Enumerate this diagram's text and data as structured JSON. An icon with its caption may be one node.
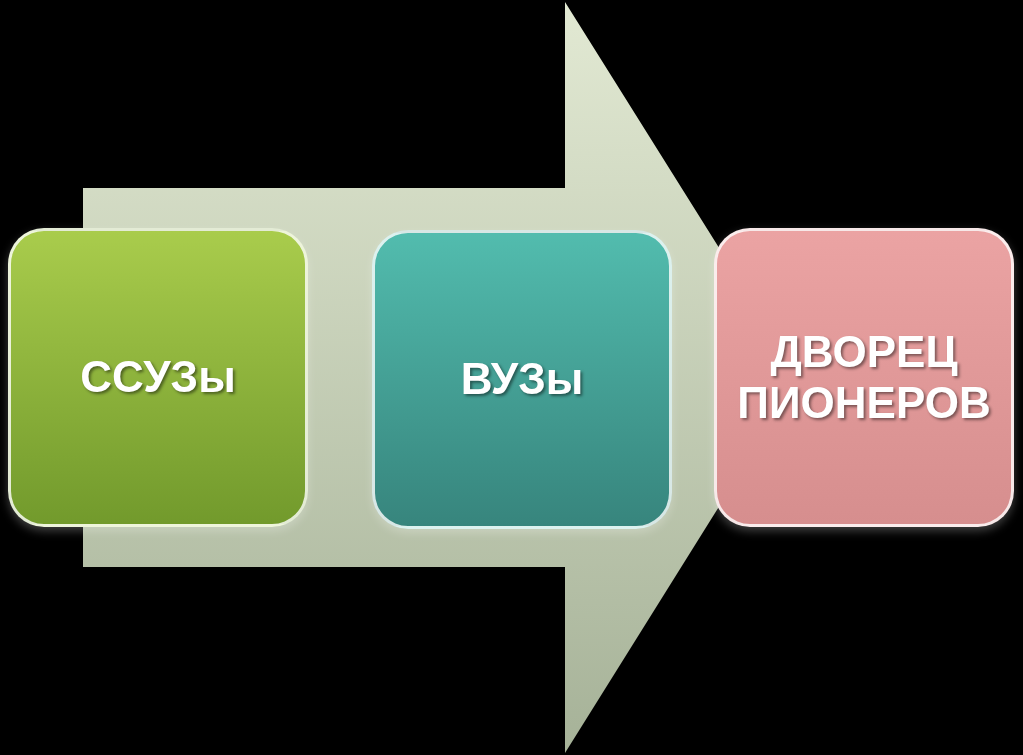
{
  "diagram": {
    "nodes": [
      {
        "text": [
          "ССУЗы"
        ]
      },
      {
        "text": [
          "ВУЗы"
        ]
      },
      {
        "text": [
          "ДВОРЕЦ ПИОНЕРОВ"
        ]
      }
    ],
    "edges": [
      {
        "from": 0,
        "to": 2,
        "arrow": "to"
      }
    ]
  }
}
